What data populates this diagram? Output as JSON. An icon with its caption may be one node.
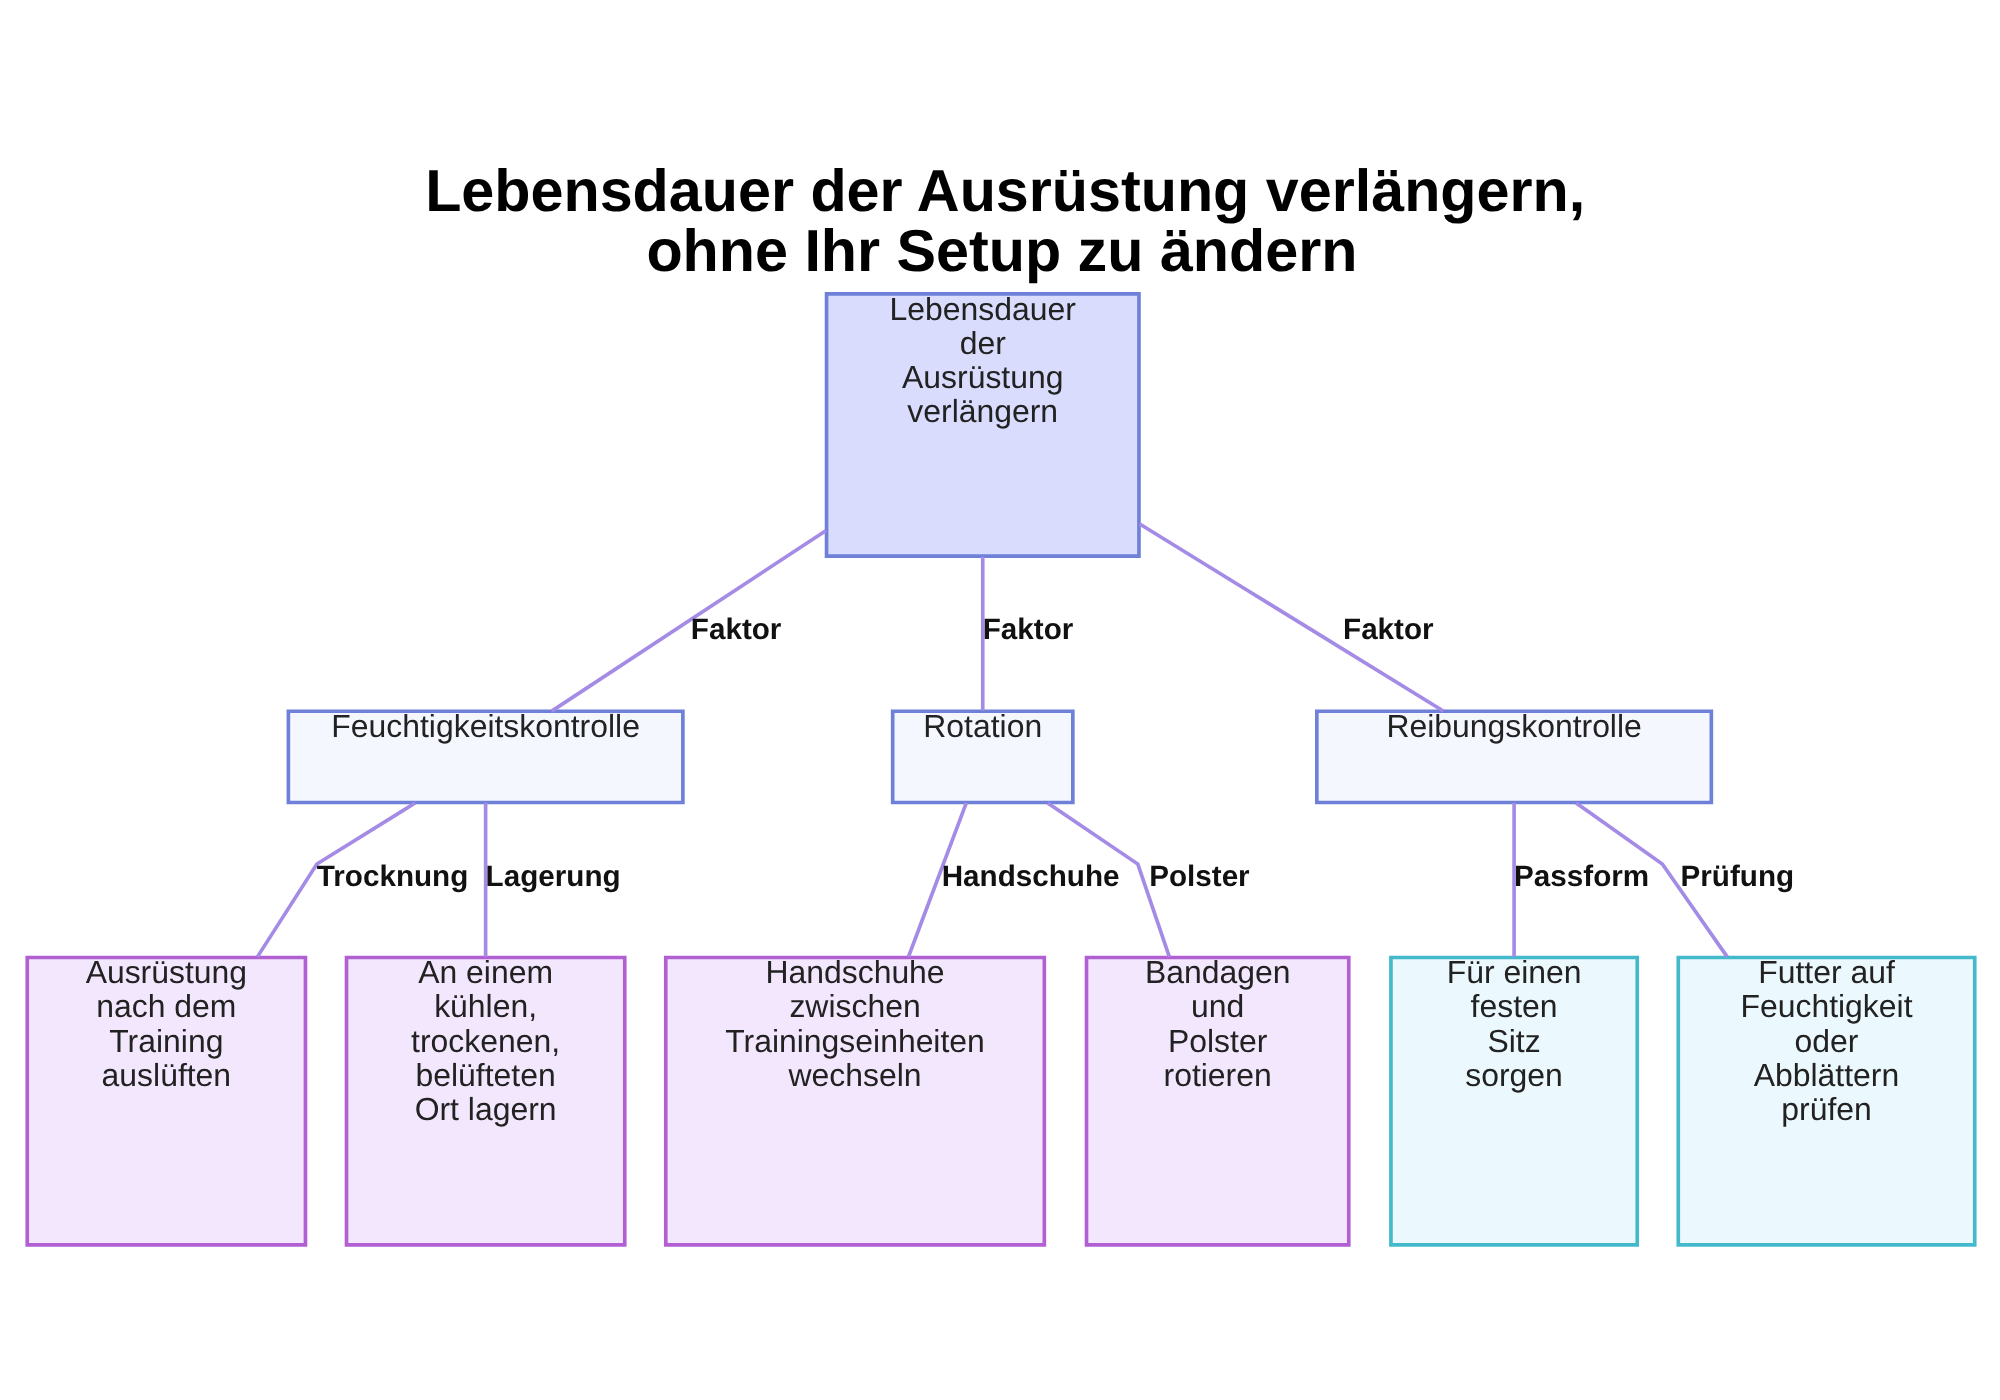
{
  "diagram": {
    "title": "Lebensdauer der Ausrüstung verlängern, ohne Ihr Setup zu ändern",
    "nodes": [
      {
        "text": [
          "Lebensdauer der Ausrüstung verlängern"
        ]
      },
      {
        "text": [
          "Feuchtigkeitskontrolle"
        ]
      },
      {
        "text": [
          "Rotation"
        ]
      },
      {
        "text": [
          "Reibungskontrolle"
        ]
      },
      {
        "text": [
          "Ausrüstung nach dem Training auslüften"
        ]
      },
      {
        "text": [
          "An einem kühlen, trockenen, belüfteten Ort lagern"
        ]
      },
      {
        "text": [
          "Handschuhe zwischen Trainingseinheiten wechseln"
        ]
      },
      {
        "text": [
          "Bandagen und Polster rotieren"
        ]
      },
      {
        "text": [
          "Für einen festen Sitz sorgen"
        ]
      },
      {
        "text": [
          "Futter auf Feuchtigkeit oder Abblättern prüfen"
        ]
      }
    ],
    "edges": [
      {
        "from": 0,
        "to": 1,
        "arrow": "none",
        "label": "Faktor"
      },
      {
        "from": 0,
        "to": 2,
        "arrow": "none",
        "label": "Faktor"
      },
      {
        "from": 0,
        "to": 3,
        "arrow": "none",
        "label": "Faktor"
      },
      {
        "from": 1,
        "to": 4,
        "arrow": "none",
        "label": "Trocknung"
      },
      {
        "from": 1,
        "to": 5,
        "arrow": "none",
        "label": "Lagerung"
      },
      {
        "from": 2,
        "to": 6,
        "arrow": "none",
        "label": "Handschuhe"
      },
      {
        "from": 2,
        "to": 7,
        "arrow": "none",
        "label": "Polster"
      },
      {
        "from": 3,
        "to": 8,
        "arrow": "none",
        "label": "Passform"
      },
      {
        "from": 3,
        "to": 9,
        "arrow": "none",
        "label": "Prüfung"
      }
    ]
  }
}
